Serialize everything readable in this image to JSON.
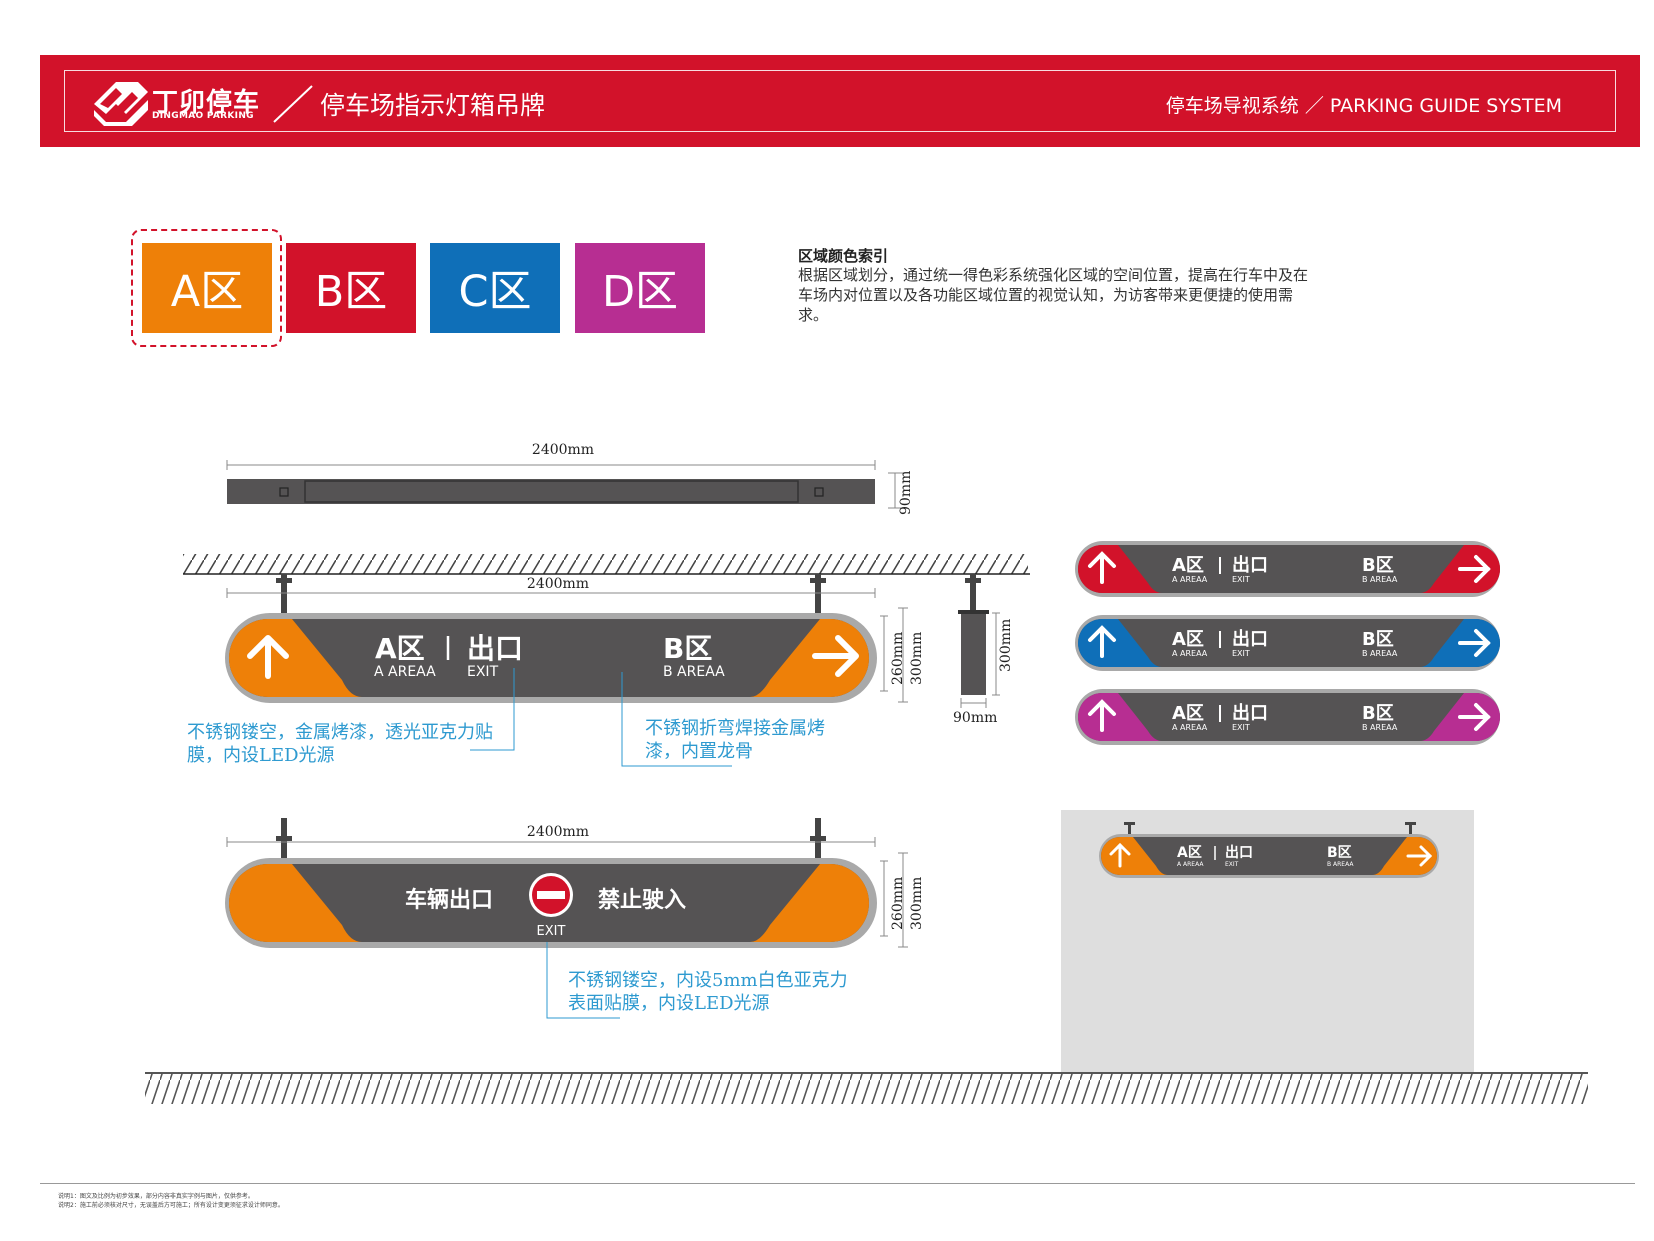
{
  "header": {
    "brand_name": "丁卯停车",
    "brand_sub": "DINGMAO PARKING",
    "page_title": "停车场指示灯箱吊牌",
    "system_title": "停车场导视系统 ／ PARKING GUIDE SYSTEM",
    "bg_color": "#d2122a"
  },
  "zones": [
    {
      "label": "A区",
      "color": "#ee8008",
      "selected": true
    },
    {
      "label": "B区",
      "color": "#d2122a"
    },
    {
      "label": "C区",
      "color": "#0f6fb8"
    },
    {
      "label": "D区",
      "color": "#b72e92"
    }
  ],
  "legend": {
    "title": "区域颜色索引",
    "text": "根据区域划分，通过统一得色彩系统强化区域的空间位置，提高在行车中及在车场内对位置以及各功能区域位置的视觉认知，为访客带来更便捷的使用需求。"
  },
  "dimensions": {
    "width": "2400mm",
    "depth": "90mm",
    "height_inner": "260mm",
    "height_outer": "300mm",
    "side_height": "300mm",
    "side_depth": "90mm"
  },
  "sign_main": {
    "left_zone": "A区",
    "left_zone_en": "A AREAA",
    "exit_cn": "出口",
    "exit_en": "EXIT",
    "right_zone": "B区",
    "right_zone_en": "B AREAA"
  },
  "sign_small": {
    "left_zone_en": "A AREAA",
    "exit_en": "EXIT",
    "right_zone_en": "B AREAA"
  },
  "sign_exit": {
    "left_text": "车辆出口",
    "right_text": "禁止驶入",
    "exit_label": "EXIT"
  },
  "colors": {
    "body": "#555354",
    "border": "#a9a9a9",
    "orange": "#ee8008",
    "red": "#d2122a",
    "blue": "#0f6fb8",
    "magenta": "#b72e92"
  },
  "notes": {
    "note1": "不锈钢镂空，金属烤漆，透光亚克力贴膜，内设LED光源",
    "note2": "不锈钢折弯焊接金属烤漆，内置龙骨",
    "note3": "不锈钢镂空，内设5mm白色亚克力表面贴膜，内设LED光源"
  },
  "footer": {
    "line1": "说明1：图文及比例为初步效果，部分内容非真实字例与图片，仅供参考。",
    "line2": "说明2：施工前必须核对尺寸，无误盖后方可施工；所有设计变更须征求设计师同意。"
  }
}
